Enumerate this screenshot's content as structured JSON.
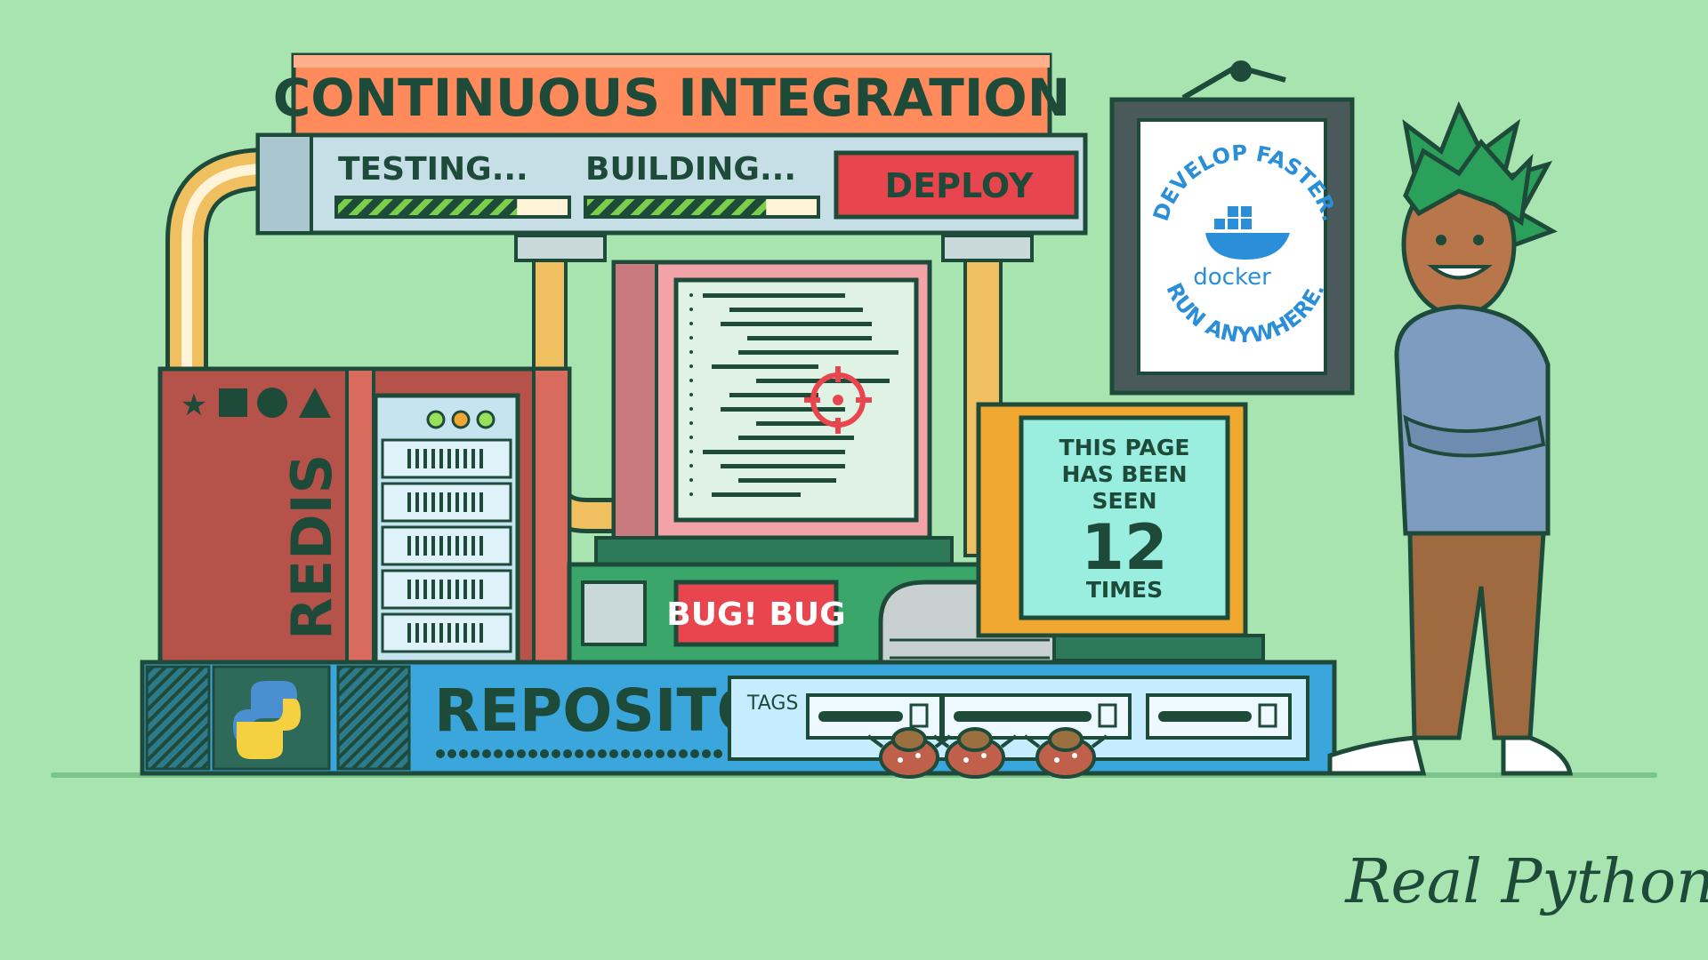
{
  "ci_banner": {
    "title": "CONTINUOUS INTEGRATION"
  },
  "pipeline": {
    "testing_label": "TESTING...",
    "building_label": "BUILDING...",
    "deploy_label": "DEPLOY",
    "testing_progress": 0.78,
    "building_progress": 0.78
  },
  "redis_server": {
    "label": "REDIS",
    "shapes": [
      "star",
      "square",
      "circle",
      "triangle"
    ]
  },
  "bug_panel": {
    "label": "BUG! BUG"
  },
  "repository": {
    "label": "REPOSITORY",
    "tags_label": "TAGS"
  },
  "counter_sign": {
    "line1": "THIS PAGE",
    "line2": "HAS BEEN",
    "line3": "SEEN",
    "count": "12",
    "line4": "TIMES"
  },
  "docker_poster": {
    "arc_top": "DEVELOP FASTER.",
    "arc_bottom": "RUN ANYWHERE.",
    "logo_text": "docker"
  },
  "brand": {
    "logo_text": "Real Python"
  },
  "colors": {
    "background": "#a8e4b0",
    "outline": "#1e4a3a",
    "banner_orange": "#ff8a5b",
    "deploy_red": "#e8454f",
    "redis_red": "#b5524a",
    "repo_blue": "#3aa6dc",
    "counter_teal": "#9aeee0",
    "counter_orange": "#f0a830",
    "docker_blue": "#2a8fd8",
    "hair_green": "#2aa05a"
  }
}
